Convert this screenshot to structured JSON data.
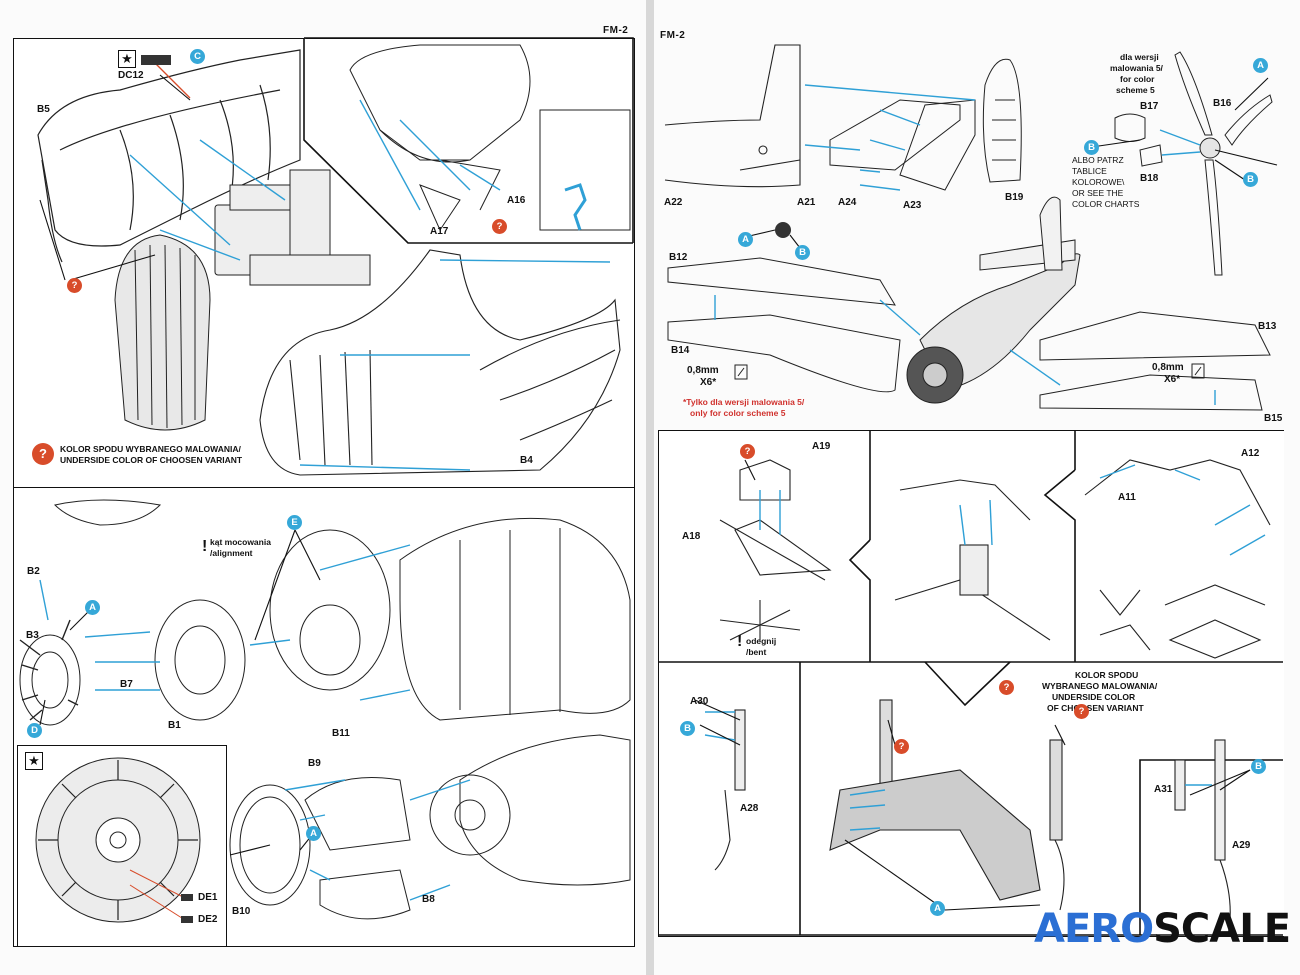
{
  "header": {
    "left": "FM-2",
    "right": "FM-2"
  },
  "left_page": {
    "panel1": {
      "labels": [
        "DC12",
        "B5"
      ],
      "callouts": [
        {
          "id": "C",
          "color": "blue"
        },
        {
          "id": "?",
          "color": "red"
        }
      ],
      "note_q": "?",
      "note_text_1": "KOLOR SPODU WYBRANEGO MALOWANIA/",
      "note_text_2": "UNDERSIDE COLOR OF CHOOSEN VARIANT",
      "b4": "B4"
    },
    "panel2": {
      "labels": [
        "A16",
        "A17"
      ],
      "callout_q": "?"
    },
    "panel3": {
      "alignment_1": "kąt mocowania",
      "alignment_2": "/alignment",
      "labels": {
        "b2": "B2",
        "b3": "B3",
        "b7": "B7",
        "b1": "B1",
        "b11": "B11"
      },
      "callouts": {
        "a": "A",
        "d": "D",
        "e": "E"
      }
    },
    "panel4": {
      "decals": {
        "de1": "DE1",
        "de2": "DE2"
      }
    },
    "panel5": {
      "labels": {
        "b9": "B9",
        "b10": "B10",
        "b8": "B8"
      },
      "callout_a": "A"
    }
  },
  "right_page": {
    "top": {
      "labels": {
        "a22": "A22",
        "a21": "A21",
        "a24": "A24",
        "a23": "A23",
        "b19": "B19",
        "b17": "B17",
        "b18": "B18",
        "b16": "B16",
        "b12": "B12",
        "b14": "B14",
        "b13": "B13",
        "b15": "B15"
      },
      "scheme_1": "dla wersji",
      "scheme_2": "malowania 5/",
      "scheme_3": "for color",
      "scheme_4": "scheme 5",
      "albo_1": "ALBO PATRZ",
      "albo_2": "TABLICE",
      "albo_3": "KOLOROWE\\",
      "albo_4": "OR SEE THE",
      "albo_5": "COLOR CHARTS",
      "drill_left": {
        "size": "0,8mm",
        "qty": "X6*"
      },
      "drill_right": {
        "size": "0,8mm",
        "qty": "X6*"
      },
      "only_1": "*Tylko dla wersji malowania 5/",
      "only_2": "only for color scheme 5",
      "callouts": {
        "a_top": "A",
        "b_top": "B",
        "b_mid": "B",
        "a_low": "A",
        "b_low": "B"
      }
    },
    "mid": {
      "labels": {
        "a19": "A19",
        "a18": "A18",
        "a12": "A12",
        "a11": "A11"
      },
      "bend_1": "odegnij",
      "bend_2": "/bent",
      "callout_q": "?"
    },
    "bottom": {
      "labels": {
        "a30": "A30",
        "a28": "A28",
        "a31": "A31",
        "a29": "A29"
      },
      "note_1": "KOLOR SPODU",
      "note_2": "WYBRANEGO MALOWANIA/",
      "note_3": "UNDERSIDE COLOR",
      "note_4": "OF CHOOSEN VARIANT",
      "callouts": {
        "b_left": "B",
        "q_mid": "?",
        "q_note": "?",
        "q_right": "?",
        "a_bottom": "A",
        "b_right": "B"
      }
    }
  },
  "logo": {
    "part1": "AERO",
    "part2": "SCALE"
  },
  "colors": {
    "callout_blue": "#36a8d8",
    "callout_red": "#d84c2a",
    "leader_blue": "#2fa0d6",
    "logo_blue": "#2b6fd4"
  }
}
